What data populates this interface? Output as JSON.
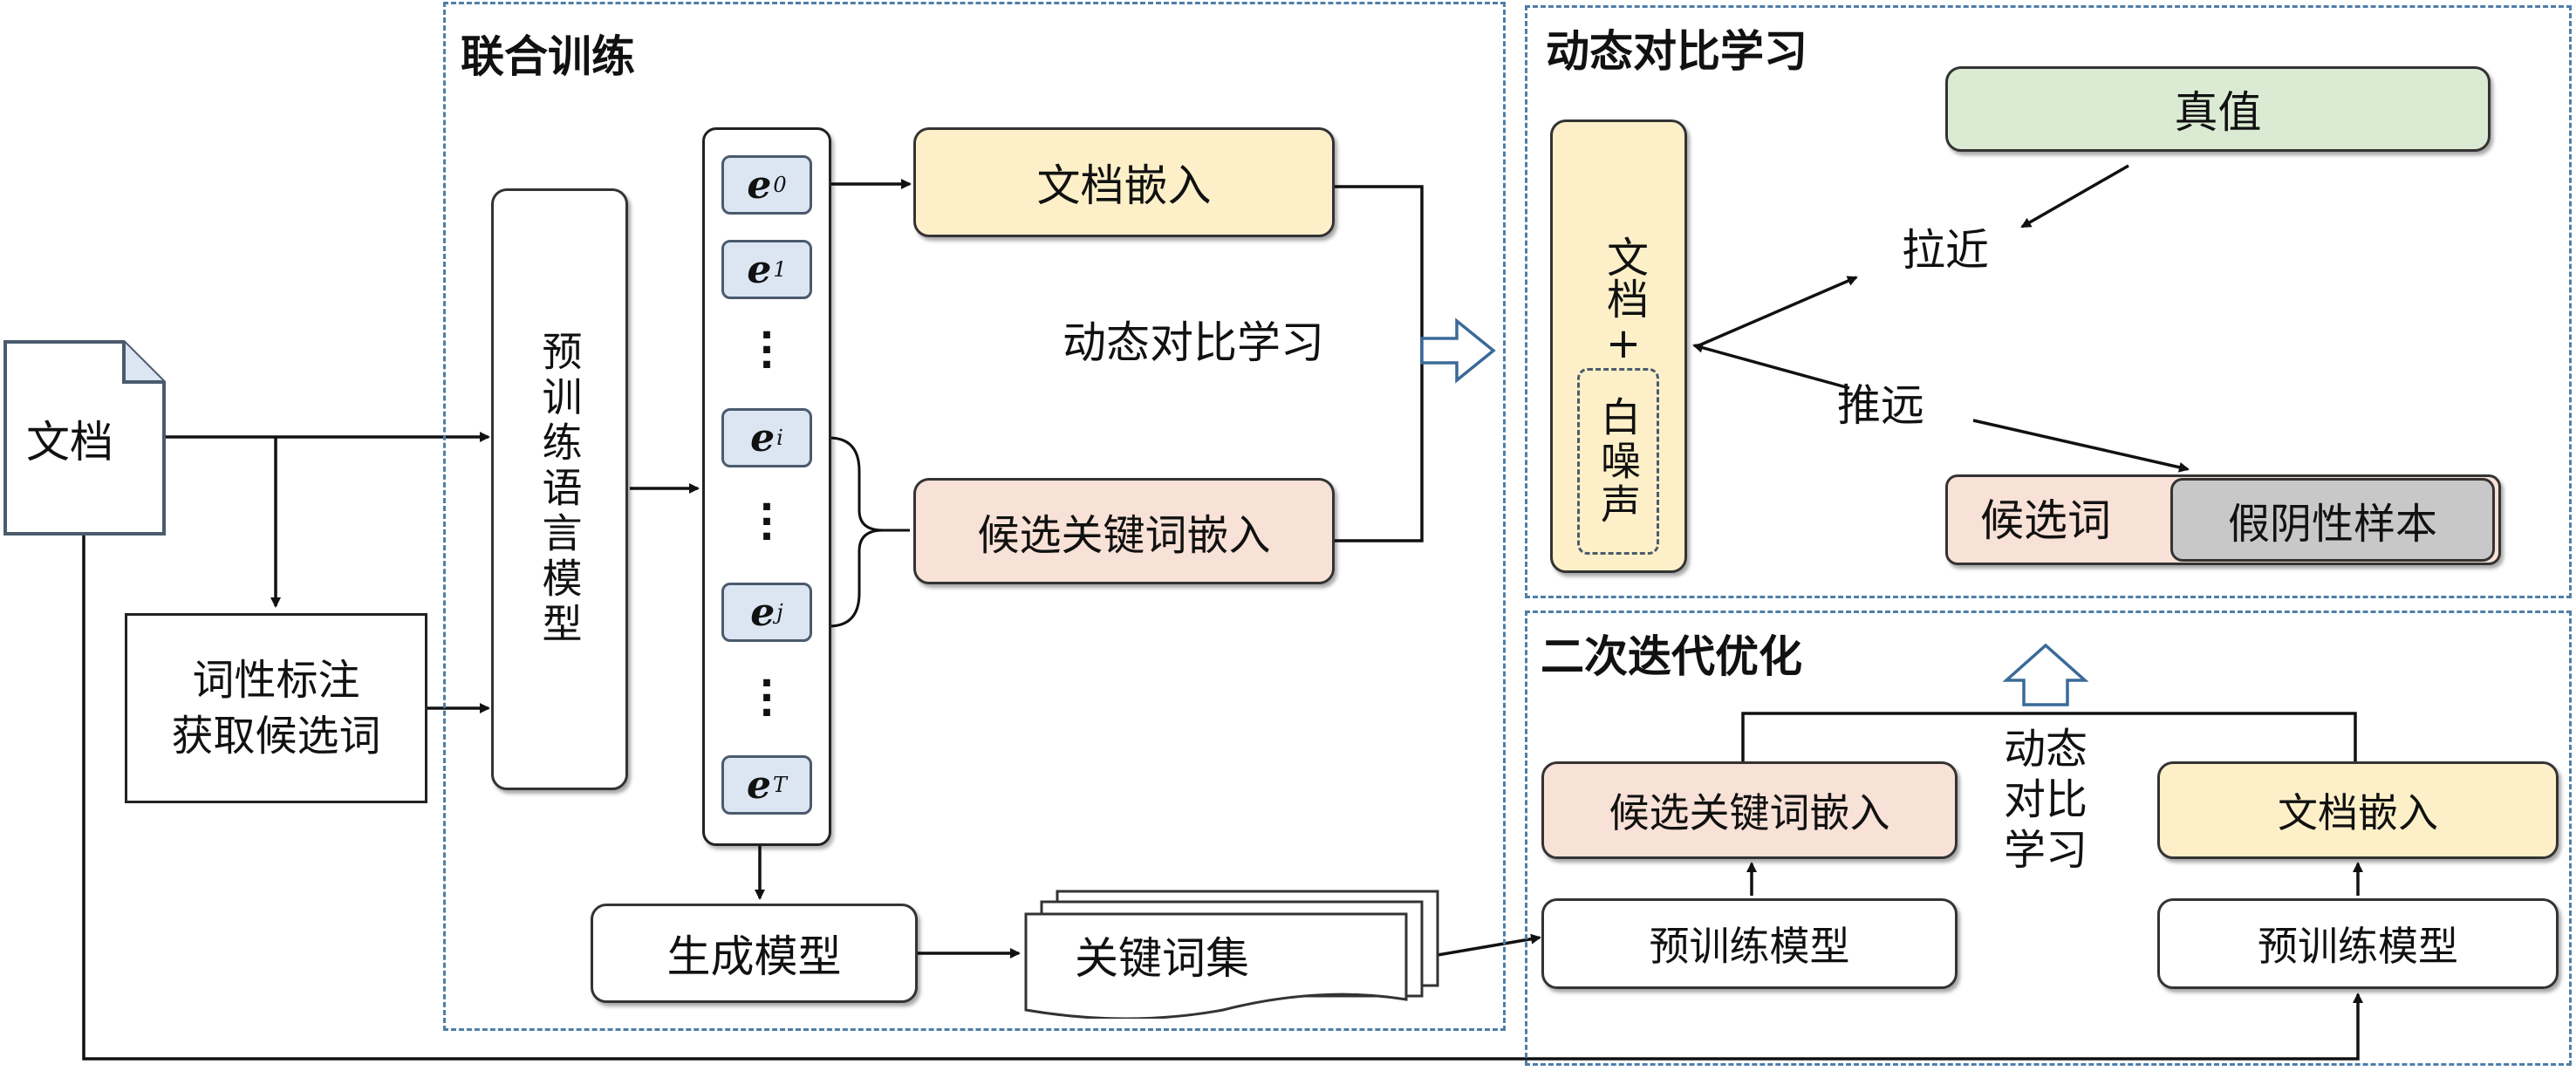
{
  "sections": {
    "joint_training": "联合训练",
    "dynamic_contrastive": "动态对比学习",
    "secondary_iteration": "二次迭代优化"
  },
  "left": {
    "document": "文档",
    "pos_tagging_line1": "词性标注",
    "pos_tagging_line2": "获取候选词"
  },
  "middle": {
    "plm": "预训练语言模型",
    "embeddings": [
      {
        "base": "e",
        "sub": "0"
      },
      {
        "base": "e",
        "sub": "1"
      },
      {
        "base": "e",
        "sub": "i"
      },
      {
        "base": "e",
        "sub": "j"
      },
      {
        "base": "e",
        "sub": "T"
      }
    ],
    "doc_embedding": "文档嵌入",
    "candidate_embedding": "候选关键词嵌入",
    "contrastive_label": "动态对比学习",
    "gen_model": "生成模型",
    "keyword_set": "关键词集"
  },
  "right_top": {
    "doc_plus": "文档+",
    "white_noise": "白噪声",
    "ground_truth": "真值",
    "pull": "拉近",
    "push": "推远",
    "candidate": "候选词",
    "false_negative": "假阴性样本"
  },
  "right_bottom": {
    "candidate_embedding": "候选关键词嵌入",
    "doc_embedding": "文档嵌入",
    "contrastive_label": "动态对比学习",
    "pretrained_model_left": "预训练模型",
    "pretrained_model_right": "预训练模型"
  },
  "colors": {
    "yellow": "#fdf0c8",
    "peach": "#f8e1d6",
    "green": "#dbebd3",
    "gray": "#c8c8c8",
    "blue_light": "#dbe6f2",
    "dashed_border": "#4f7ea8"
  }
}
